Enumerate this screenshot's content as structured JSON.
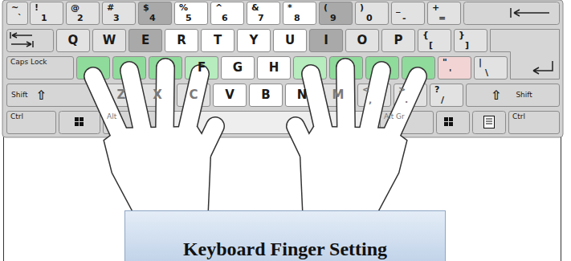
{
  "diagram": {
    "title": "Keyboard Finger Setting",
    "nodes": [
      {
        "text": [
          "~",
          "`"
        ]
      },
      {
        "text": [
          "!",
          "1"
        ]
      },
      {
        "text": [
          "@",
          "2"
        ]
      },
      {
        "text": [
          "#",
          "3"
        ]
      },
      {
        "text": [
          "$",
          "4"
        ]
      },
      {
        "text": [
          "%",
          "5"
        ]
      },
      {
        "text": [
          "^",
          "6"
        ]
      },
      {
        "text": [
          "&",
          "7"
        ]
      },
      {
        "text": [
          "*",
          "8"
        ]
      },
      {
        "text": [
          "(",
          "9"
        ]
      },
      {
        "text": [
          ")",
          "0"
        ]
      },
      {
        "text": [
          "_",
          "-"
        ]
      },
      {
        "text": [
          "+",
          "="
        ]
      },
      {
        "text": [
          "Q"
        ]
      },
      {
        "text": [
          "W"
        ]
      },
      {
        "text": [
          "E"
        ]
      },
      {
        "text": [
          "R"
        ]
      },
      {
        "text": [
          "T"
        ]
      },
      {
        "text": [
          "Y"
        ]
      },
      {
        "text": [
          "U"
        ]
      },
      {
        "text": [
          "I"
        ]
      },
      {
        "text": [
          "O"
        ]
      },
      {
        "text": [
          "P"
        ]
      },
      {
        "text": [
          "{",
          "["
        ]
      },
      {
        "text": [
          "}",
          "]"
        ]
      },
      {
        "text": [
          "Caps Lock"
        ]
      },
      {
        "text": [
          "F"
        ]
      },
      {
        "text": [
          "G"
        ]
      },
      {
        "text": [
          "H"
        ]
      },
      {
        "text": [
          "\"",
          "'"
        ]
      },
      {
        "text": [
          "|",
          "\\"
        ]
      },
      {
        "text": [
          "Shift",
          "⇧"
        ]
      },
      {
        "text": [
          "Z"
        ]
      },
      {
        "text": [
          "X"
        ]
      },
      {
        "text": [
          "C"
        ]
      },
      {
        "text": [
          "V"
        ]
      },
      {
        "text": [
          "B"
        ]
      },
      {
        "text": [
          "N"
        ]
      },
      {
        "text": [
          "M"
        ]
      },
      {
        "text": [
          "<",
          ","
        ]
      },
      {
        "text": [
          ">",
          "."
        ]
      },
      {
        "text": [
          "?",
          "/"
        ]
      },
      {
        "text": [
          "⇧",
          "Shift"
        ]
      },
      {
        "text": [
          "Ctrl"
        ]
      },
      {
        "text": [
          "Alt"
        ]
      },
      {
        "text": [
          "Alt Gr"
        ]
      },
      {
        "text": [
          "Ctrl"
        ]
      }
    ]
  }
}
